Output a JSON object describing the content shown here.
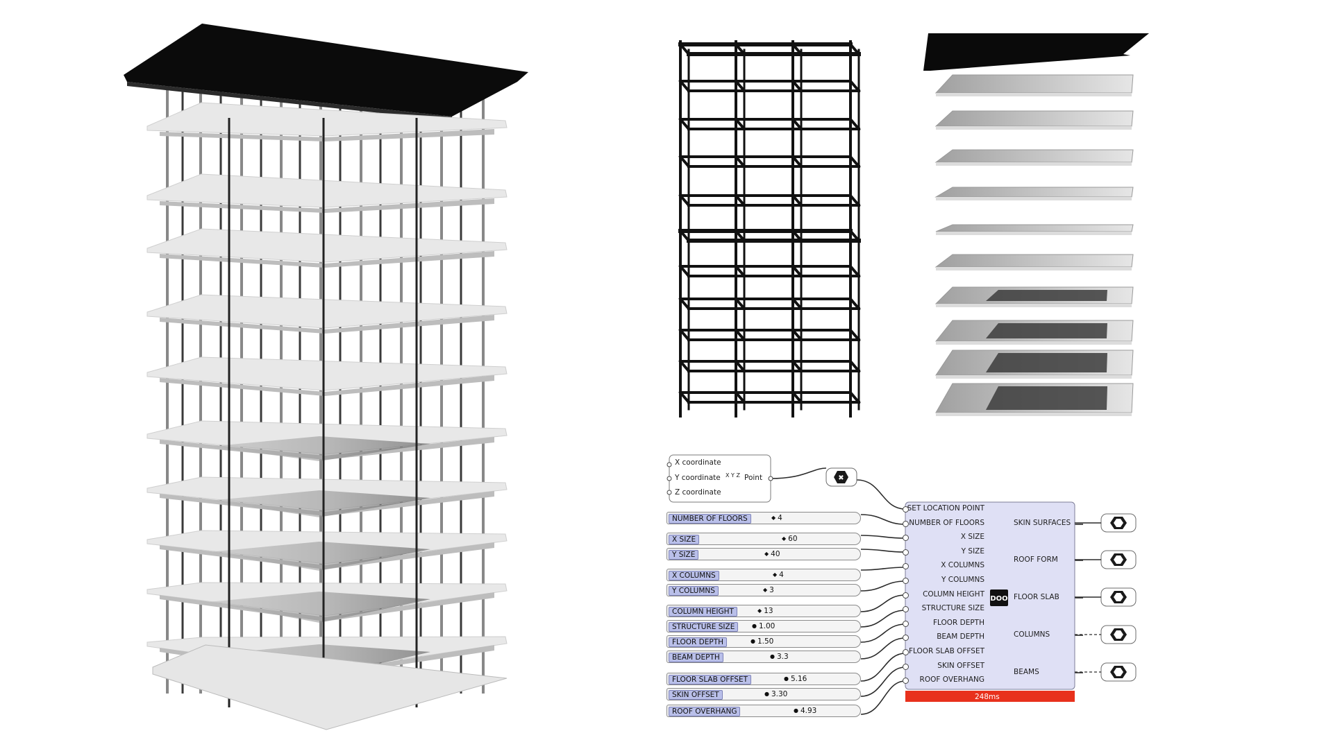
{
  "point_component": {
    "inputs": [
      "X coordinate",
      "Y coordinate",
      "Z coordinate"
    ],
    "icon_label": "X Y Z",
    "output": "Point"
  },
  "sliders": [
    {
      "label": "NUMBER OF FLOORS",
      "value": "4"
    },
    {
      "label": "X SIZE",
      "value": "60"
    },
    {
      "label": "Y SIZE",
      "value": "40"
    },
    {
      "label": "X COLUMNS",
      "value": "4"
    },
    {
      "label": "Y COLUMNS",
      "value": "3"
    },
    {
      "label": "COLUMN HEIGHT",
      "value": "13"
    },
    {
      "label": "STRUCTURE SIZE",
      "value": "1.00"
    },
    {
      "label": "FLOOR DEPTH",
      "value": "1.50"
    },
    {
      "label": "BEAM DEPTH",
      "value": "3.3"
    },
    {
      "label": "FLOOR SLAB OFFSET",
      "value": "5.16"
    },
    {
      "label": "SKIN OFFSET",
      "value": "3.30"
    },
    {
      "label": "ROOF OVERHANG",
      "value": "4.93"
    }
  ],
  "cluster": {
    "inputs": [
      "SET LOCATION POINT",
      "NUMBER OF FLOORS",
      "X SIZE",
      "Y SIZE",
      "X COLUMNS",
      "Y COLUMNS",
      "COLUMN HEIGHT",
      "STRUCTURE SIZE",
      "FLOOR DEPTH",
      "BEAM DEPTH",
      "FLOOR SLAB OFFSET",
      "SKIN OFFSET",
      "ROOF OVERHANG"
    ],
    "outputs": [
      "SKIN SURFACES",
      "ROOF FORM",
      "FLOOR SLAB",
      "COLUMNS",
      "BEAMS"
    ],
    "timing": "248ms",
    "icon": "cluster-icon"
  },
  "colors": {
    "component_fill": "#dfe0f5",
    "slider_label": "#b9bfe9",
    "warning_bar": "#e8311c",
    "roof": "#0b0b0b"
  }
}
